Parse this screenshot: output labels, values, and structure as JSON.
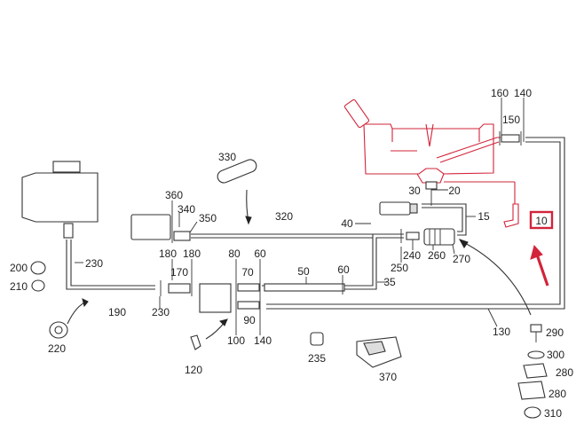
{
  "labels": {
    "l10": "10",
    "l15": "15",
    "l20": "20",
    "l30": "30",
    "l35": "35",
    "l40": "40",
    "l50": "50",
    "l60a": "60",
    "l60b": "60",
    "l70": "70",
    "l80": "80",
    "l90": "90",
    "l100": "100",
    "l120": "120",
    "l130": "130",
    "l140a": "140",
    "l140b": "140",
    "l150": "150",
    "l160": "160",
    "l170": "170",
    "l180a": "180",
    "l180b": "180",
    "l190": "190",
    "l200": "200",
    "l210": "210",
    "l220": "220",
    "l230a": "230",
    "l230b": "230",
    "l235": "235",
    "l240": "240",
    "l250": "250",
    "l260": "260",
    "l270": "270",
    "l280a": "280",
    "l280b": "280",
    "l290": "290",
    "l300": "300",
    "l310": "310",
    "l320": "320",
    "l330": "330",
    "l340": "340",
    "l350": "350",
    "l360": "360",
    "l370": "370"
  },
  "highlight": {
    "label": "10",
    "color": "#d2243a"
  }
}
